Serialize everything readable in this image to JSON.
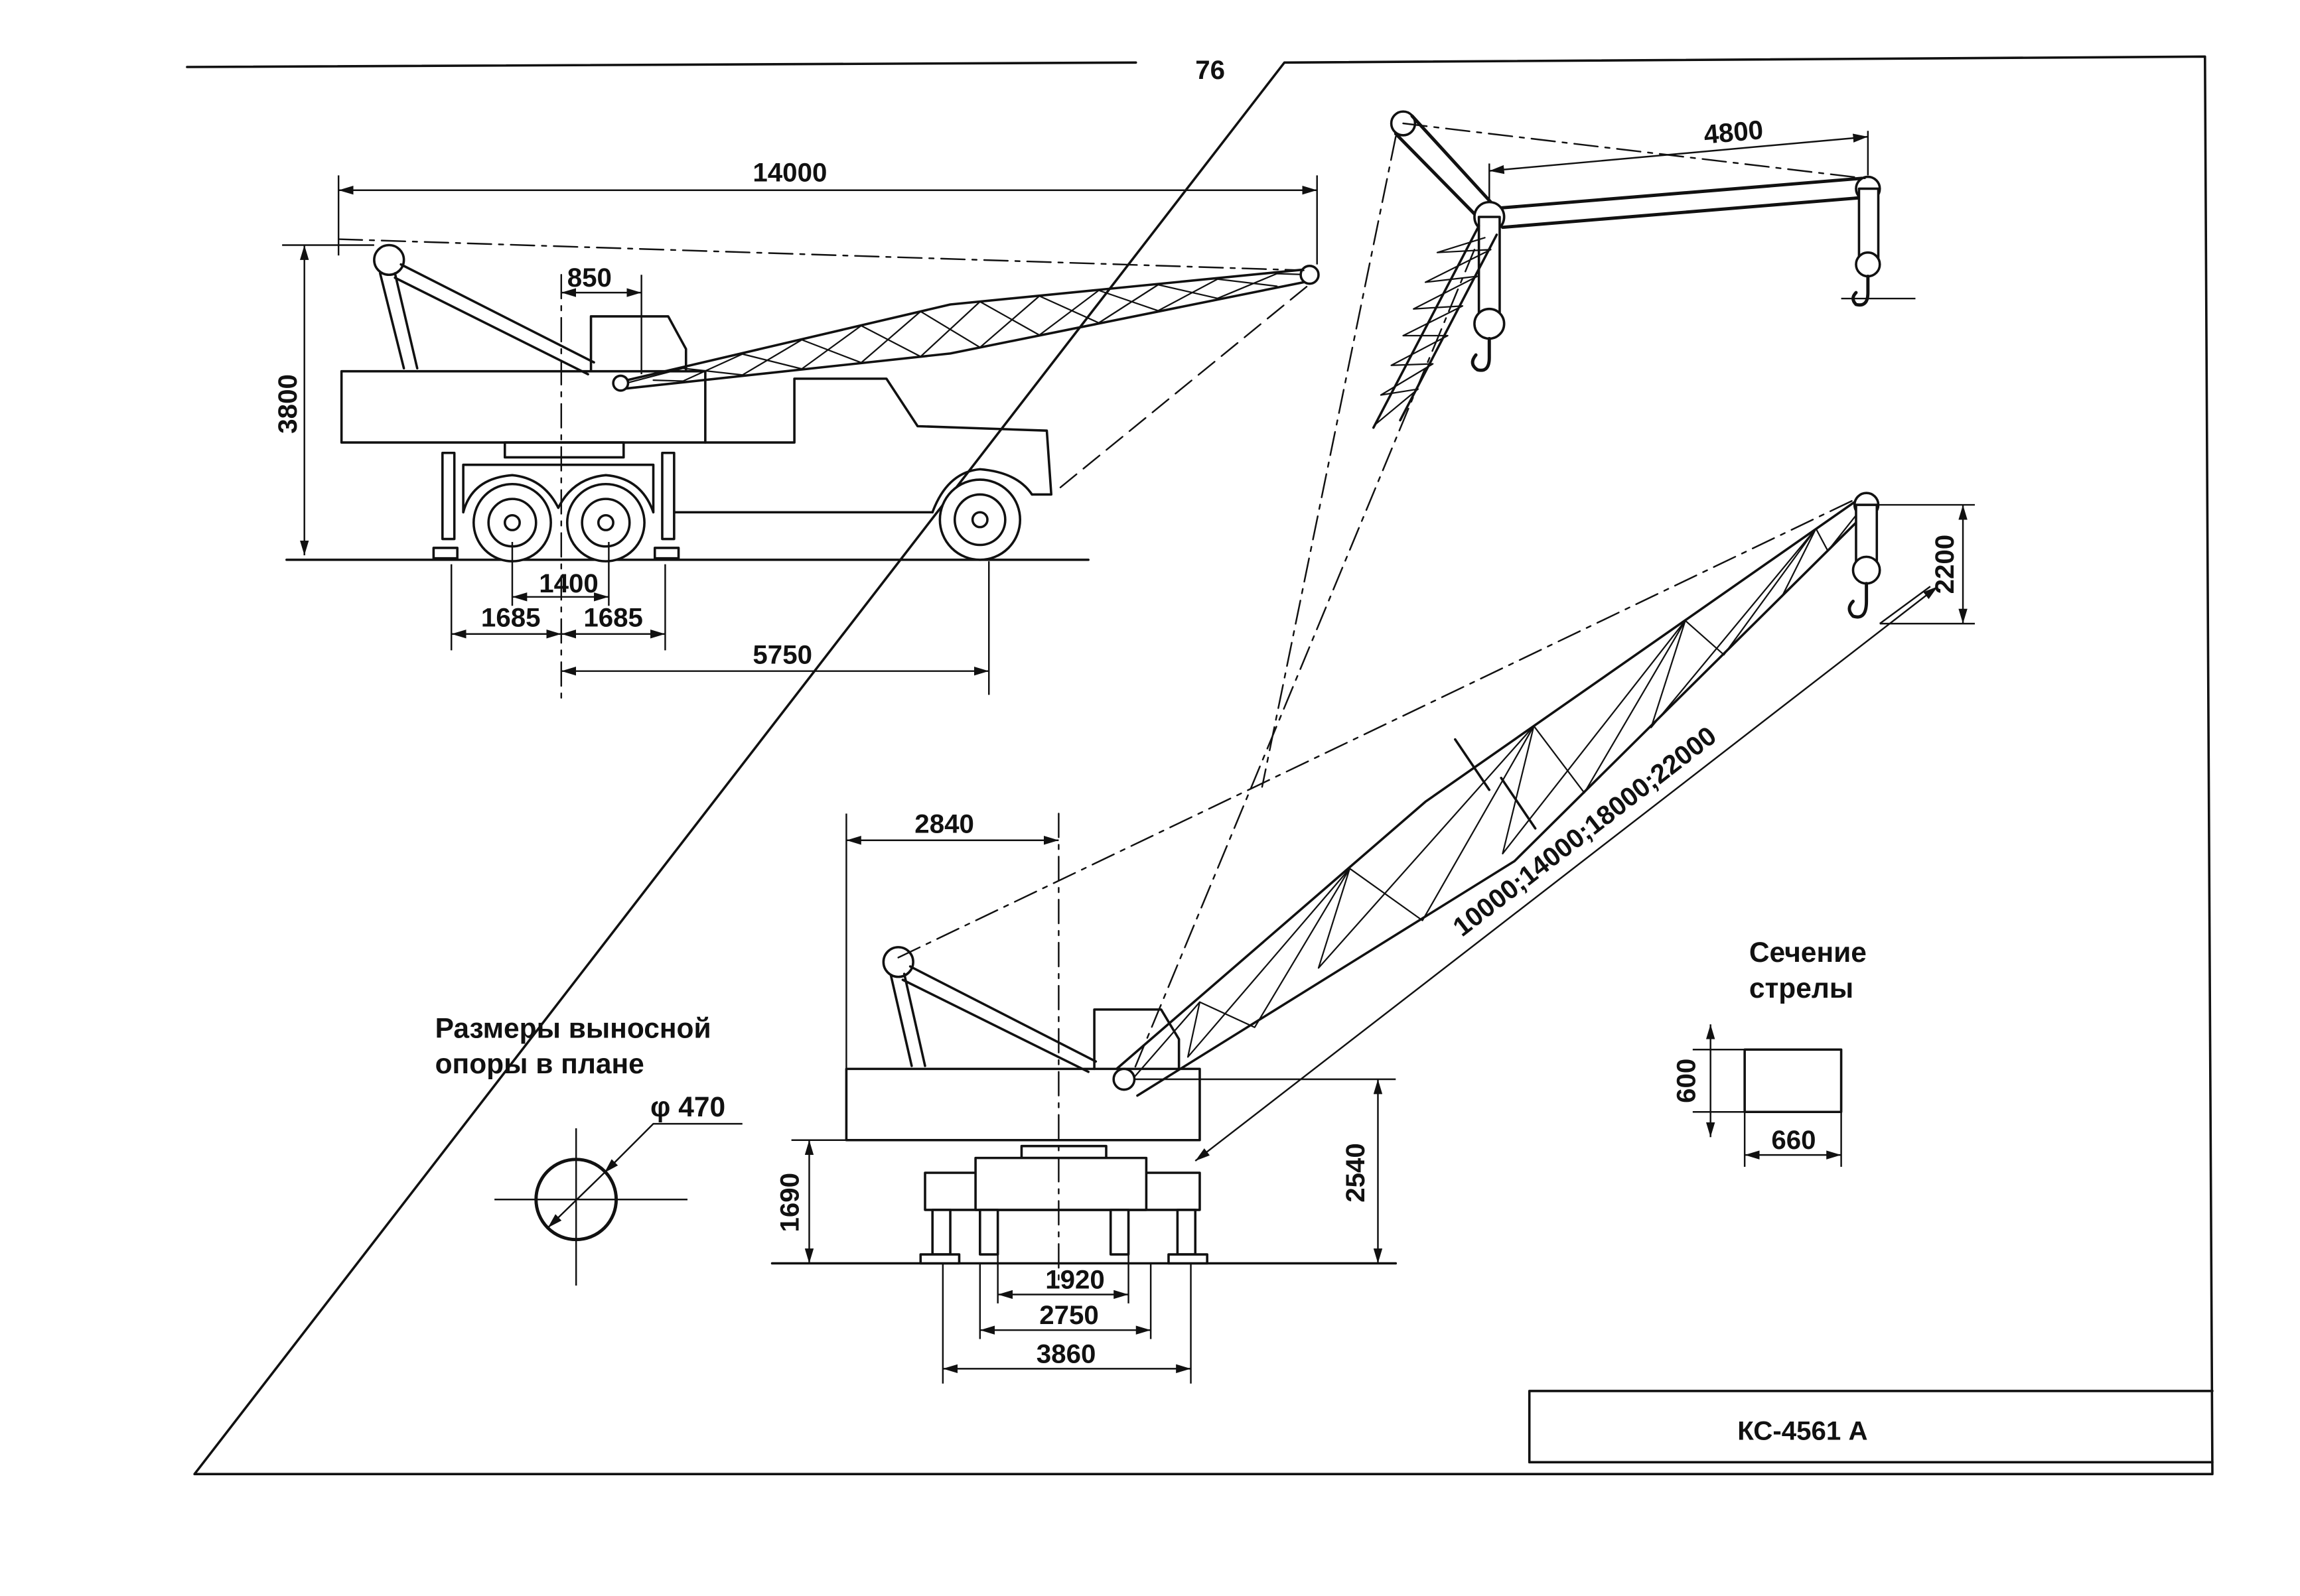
{
  "page_number": "76",
  "title_block": {
    "designation": "КС-4561 А"
  },
  "truck_crane": {
    "boom_reach": "14000",
    "height": "3800",
    "offset": "850",
    "axle_spacing": "1400",
    "outrigger_left": "1685",
    "outrigger_right": "1685",
    "wheelbase": "5750"
  },
  "jib_view": {
    "jib_length": "4800"
  },
  "base_crane": {
    "hook_drop": "2200",
    "boom_lengths": "10000;14000;18000;22000",
    "tail_radius": "2840",
    "body_height": "1690",
    "pivot_height": "2540",
    "support_inner": "1920",
    "support_mid": "2750",
    "support_outer": "3860"
  },
  "outrigger_pad": {
    "caption_line1": "Размеры выносной",
    "caption_line2": "опоры в плане",
    "diameter": "φ 470"
  },
  "boom_section": {
    "caption_line1": "Сечение",
    "caption_line2": "стрелы",
    "height": "600",
    "width": "660"
  },
  "colors": {
    "ink": "#111111",
    "paper": "#ffffff"
  }
}
